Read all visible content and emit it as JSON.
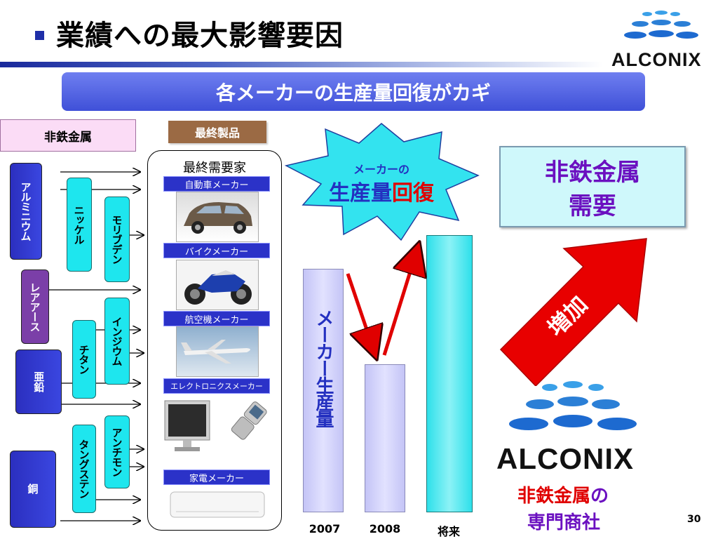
{
  "title": "業績への最大影響要因",
  "banner": "各メーカーの生産量回復がカギ",
  "brand": {
    "name": "ALCONIX"
  },
  "left_header": "非鉄金属",
  "final_product_label": "最終製品",
  "final_demand_label": "最終需要家",
  "metals": {
    "aluminum": "アルミニウム",
    "nickel": "ニッケル",
    "molybdenum": "モリブデン",
    "rare_earth": "レアアース",
    "indium": "インジウム",
    "titanium": "チタン",
    "zinc": "亜鉛",
    "antimony": "アンチモン",
    "tungsten": "タングステン",
    "copper": "銅"
  },
  "makers": {
    "auto": "自動車メーカー",
    "bike": "バイクメーカー",
    "aircraft": "航空機メーカー",
    "electronics": "エレクトロニクスメーカー",
    "appliance": "家電メーカー"
  },
  "burst": {
    "line1": "メーカーの",
    "line2a": "生産量",
    "line2b": "回復"
  },
  "bar_label": "メーカー生産量",
  "years": [
    "2007",
    "2008",
    "将来"
  ],
  "bar_levels": [
    1.0,
    0.59,
    1.17
  ],
  "demand_box": {
    "line1": "非鉄金属",
    "line2": "需要"
  },
  "increase_label": "増加",
  "trading": {
    "line1a": "非鉄金属",
    "line1b": "の",
    "line2": "専門商社"
  },
  "page_number": "30",
  "colors": {
    "navy": "#2b2fbf",
    "cyan": "#1ee6ee",
    "red": "#e00000",
    "banner": "#4a5ae0",
    "pink": "#fbdcf6",
    "brown": "#9b6a44"
  }
}
